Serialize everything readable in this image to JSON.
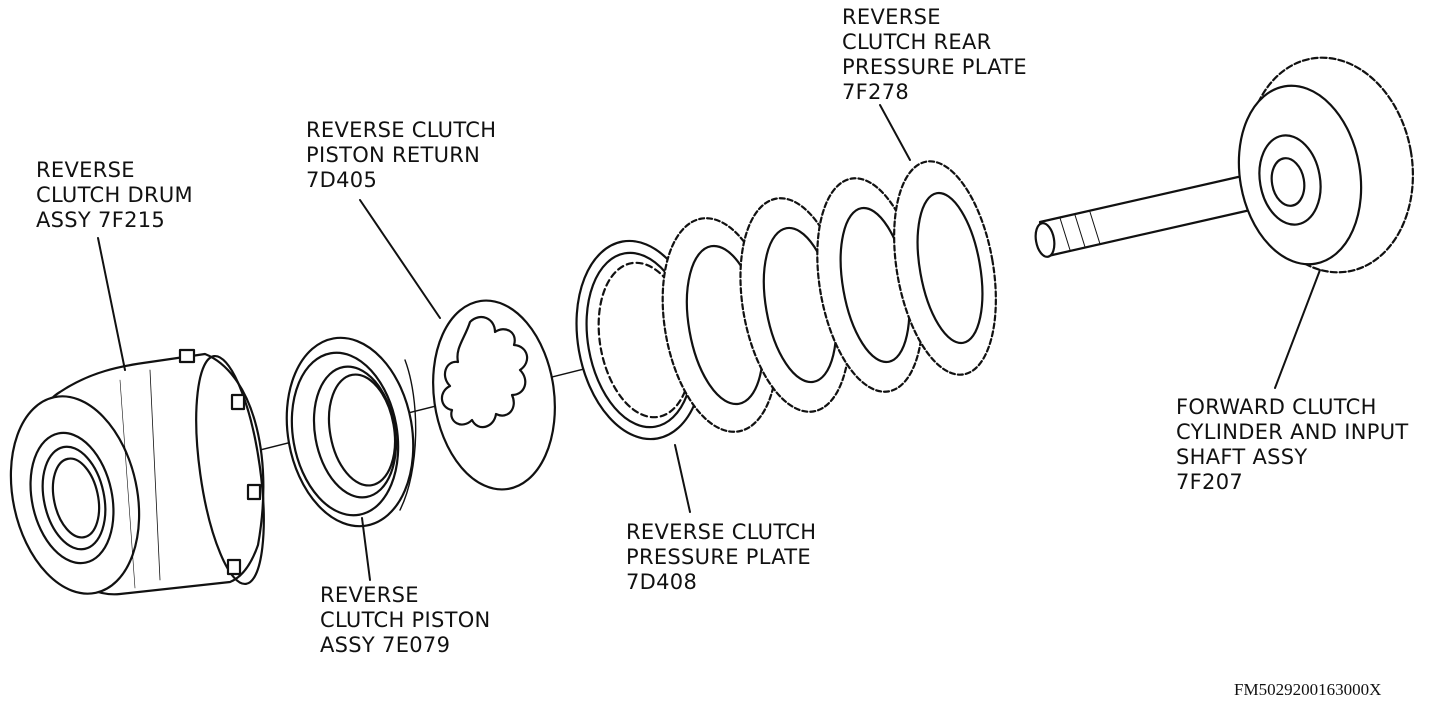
{
  "colors": {
    "ink": "#111111",
    "paper": "#ffffff"
  },
  "labels": {
    "drum": {
      "line1": "REVERSE",
      "line2": "CLUTCH DRUM",
      "line3": "ASSY 7F215"
    },
    "piston_return": {
      "line1": "REVERSE CLUTCH",
      "line2": "PISTON RETURN",
      "line3": "7D405"
    },
    "rear_pressure_plate": {
      "line1": "REVERSE",
      "line2": "CLUTCH REAR",
      "line3": "PRESSURE PLATE",
      "line4": "7F278"
    },
    "forward_clutch": {
      "line1": "FORWARD CLUTCH",
      "line2": "CYLINDER AND INPUT",
      "line3": "SHAFT ASSY",
      "line4": "7F207"
    },
    "pressure_plate": {
      "line1": "REVERSE CLUTCH",
      "line2": "PRESSURE PLATE",
      "line3": "7D408"
    },
    "piston": {
      "line1": "REVERSE",
      "line2": "CLUTCH PISTON",
      "line3": "ASSY 7E079"
    }
  },
  "figure_code": "FM5029200163000X"
}
